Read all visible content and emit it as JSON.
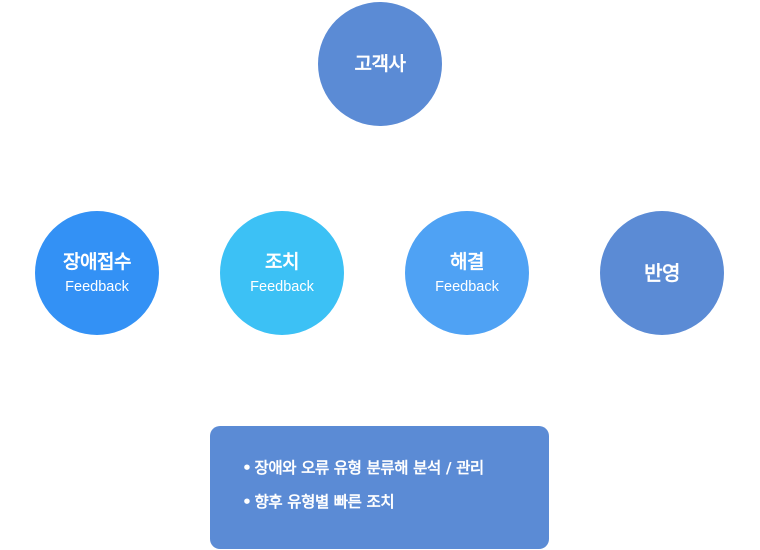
{
  "top_node": {
    "label": "고객사"
  },
  "process": [
    {
      "label": "장애접수",
      "sub": "Feedback",
      "color": "#3391f5"
    },
    {
      "label": "조치",
      "sub": "Feedback",
      "color": "#3cc1f5"
    },
    {
      "label": "해결",
      "sub": "Feedback",
      "color": "#4fa2f4"
    },
    {
      "label": "반영",
      "color": "#5b8bd5"
    }
  ],
  "info_box": {
    "bullet": "•",
    "items": [
      "장애와 오류 유형 분류해 분석 / 관리",
      "향후 유형별 빠른 조치"
    ]
  },
  "colors": {
    "primary": "#5b8bd5",
    "background": "#ffffff",
    "text": "#ffffff"
  }
}
